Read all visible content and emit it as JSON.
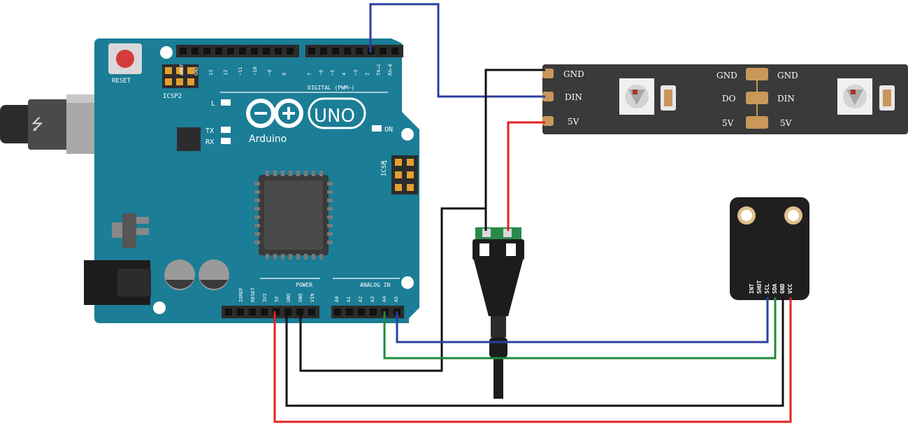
{
  "arduino": {
    "reset_label": "RESET",
    "icsp2_label": "ICSP2",
    "icsp_label": "ICSP",
    "l_label": "L",
    "tx_label": "TX",
    "rx_label": "RX",
    "on_label": "ON",
    "uno_label": "UNO",
    "brand_label": "Arduino",
    "digital_label": "DIGITAL (PWM~)",
    "power_label": "POWER",
    "analog_label": "ANALOG IN",
    "digital_pins": [
      "AREF",
      "GND",
      "13",
      "12",
      "~11",
      "~10",
      "~9",
      "8",
      "7",
      "~6",
      "~5",
      "4",
      "~3",
      "2",
      "TX→1",
      "RX←0"
    ],
    "power_pins": [
      "IOREF",
      "RESET",
      "3V3",
      "5V",
      "GND",
      "GND",
      "VIN"
    ],
    "analog_pins": [
      "A0",
      "A1",
      "A2",
      "A3",
      "A4",
      "A5"
    ],
    "icsp_one": "1"
  },
  "led_strip": {
    "left_labels": [
      "GND",
      "DIN",
      "5V"
    ],
    "mid_left_labels": [
      "GND",
      "DO",
      "5V"
    ],
    "mid_right_labels": [
      "GND",
      "DIN",
      "5V"
    ]
  },
  "sensor": {
    "pins": [
      "INT",
      "SHUT",
      "SCL",
      "SDA",
      "GND",
      "VCC"
    ]
  },
  "colors": {
    "board": "#1b7d96",
    "wire_blue": "#2b3f9e",
    "wire_green": "#1f8a3a",
    "wire_red": "#e32222",
    "wire_black": "#111111",
    "strip": "#3a3a3a",
    "pad": "#c9975a"
  }
}
